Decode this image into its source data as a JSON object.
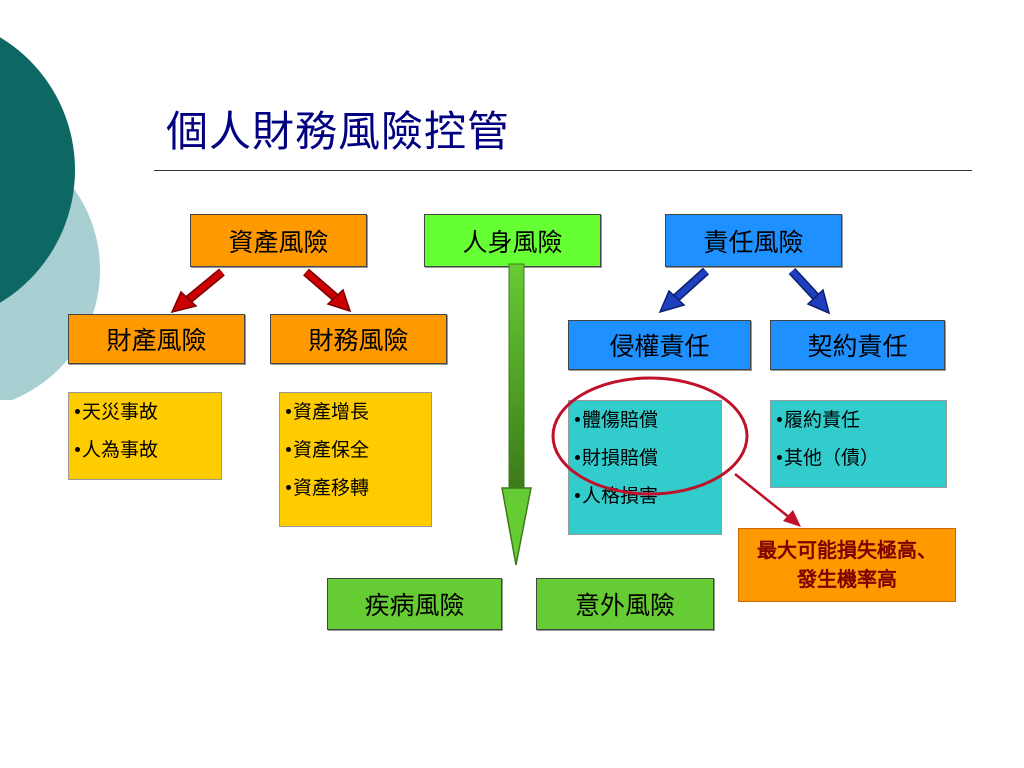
{
  "title": "個人財務風險控管",
  "boxes": {
    "asset_risk": "資產風險",
    "personal_risk": "人身風險",
    "liability_risk": "責任風險",
    "property_risk": "財產風險",
    "financial_risk": "財務風險",
    "tort_liability": "侵權責任",
    "contract_liability": "契約責任",
    "disease_risk": "疾病風險",
    "accident_risk": "意外風險"
  },
  "lists": {
    "property": [
      "天災事故",
      "人為事故"
    ],
    "financial": [
      "資產增長",
      "資產保全",
      "資產移轉"
    ],
    "tort": [
      "體傷賠償",
      "財損賠償",
      "人格損害"
    ],
    "contract": [
      "履約責任",
      "其他（債）"
    ]
  },
  "note": "最大可能損失極高、發生機率高",
  "colors": {
    "title": "#000080",
    "orange": "#ff9900",
    "green": "#66ff33",
    "blue": "#1e90ff",
    "olive": "#66cc33",
    "yellow": "#ffcc00",
    "teal": "#33cccc",
    "red_arrow": "#cc0000",
    "blue_arrow": "#1f3fbf",
    "circle": "#c0102a"
  }
}
